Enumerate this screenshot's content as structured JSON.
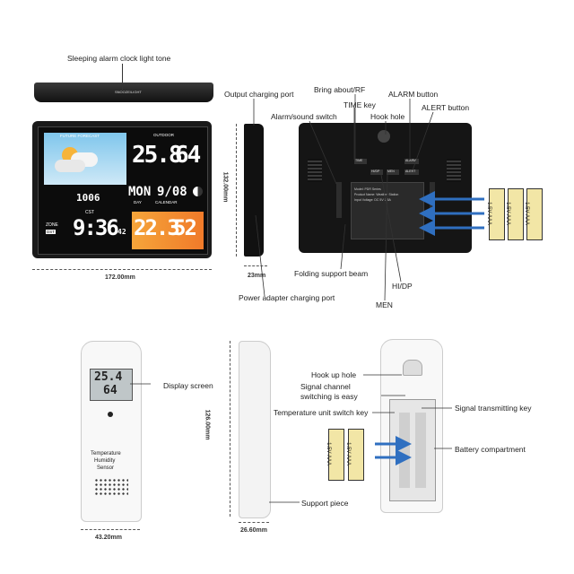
{
  "labels": {
    "sleeping_alarm": "Sleeping alarm clock light tone",
    "output_charging": "Output charging port",
    "bring_about": "Bring about/RF",
    "alarm_button": "ALARM button",
    "alarm_sound_switch": "Alarm/sound switch",
    "time_key": "TIME key",
    "alert_button": "ALERT button",
    "hook_hole": "Hook hole",
    "folding_support": "Folding support beam",
    "power_adapter": "Power adapter charging port",
    "hidp": "HI/DP",
    "men": "MEN",
    "display_screen": "Display screen",
    "hook_up_hole": "Hook up hole",
    "signal_channel_1": "Signal channel",
    "signal_channel_2": "switching is easy",
    "temp_unit_switch": "Temperature unit switch key",
    "signal_transmitting": "Signal transmitting key",
    "battery_compartment": "Battery compartment",
    "support_piece": "Support piece"
  },
  "dimensions": {
    "width_main": "172.00mm",
    "height_main": "132.00mm",
    "depth_main": "23mm",
    "height_sensor": "126.00mm",
    "width_sensor": "43.20mm",
    "depth_sensor": "26.60mm"
  },
  "main_display": {
    "top_bar_text": "SNOOZE/LIGHT",
    "forecast": "FUTURE FORECAST",
    "outdoor": "OUTDOOR",
    "temp_top": "25.8",
    "hum_top": "64",
    "pressure": "1006",
    "date_day": "MON",
    "date": "9/08",
    "day_label": "DAY",
    "calendar": "CALENDAR",
    "zone": "ZONE",
    "dst": "DST",
    "cst": "CST",
    "time": "9:36",
    "time_sec": "42",
    "temp_bottom": "22.3",
    "hum_bottom": "52"
  },
  "back_panel": {
    "btn_time": "TIME",
    "btn_alarm": "ALARM",
    "btn_alert": "ALERT",
    "btn_hidp": "HI/DP",
    "btn_men": "MEN",
    "label_line1": "Model: PDR Series",
    "label_line2": "Product Name: Weather Station",
    "label_line3": "Input Voltage: DC 5V 1.5A",
    "battery_text": "1.5V AAA"
  },
  "sensor": {
    "temp": "25.4",
    "hum": "64",
    "name_line1": "Temperature",
    "name_line2": "Humidity",
    "name_line3": "Sensor"
  },
  "colors": {
    "battery_yellow": "#f2e6a6",
    "arrow_blue": "#2f6fc0",
    "lcd_orange": "#f5a53a",
    "lcd_sky": "#9fd3f0"
  }
}
